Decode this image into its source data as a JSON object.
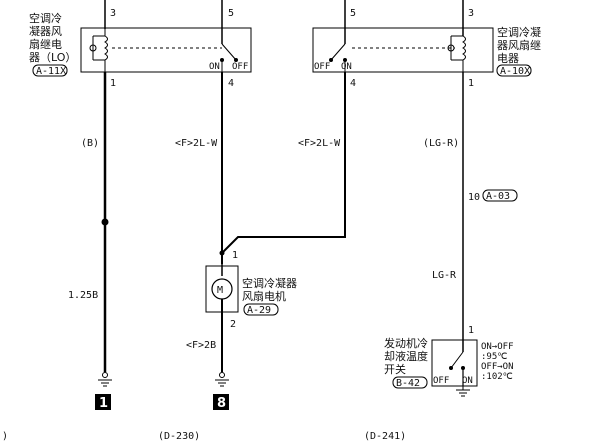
{
  "relays": {
    "lo": {
      "name_l1": "空调冷",
      "name_l2": "凝器风",
      "name_l3": "扇继电",
      "name_l4": "器（LO）",
      "code": "A-11X",
      "pin_top": "3",
      "pin_bottom": "1"
    },
    "switch_left": {
      "pin_top": "5",
      "pin_bottom": "4",
      "on_label": "ON",
      "off_label": "OFF"
    },
    "switch_right": {
      "pin_top": "5",
      "pin_bottom": "4",
      "off_label": "OFF",
      "on_label": "ON"
    },
    "main": {
      "name_l1": "空调冷凝",
      "name_l2": "器风扇继",
      "name_l3": "电器",
      "code": "A-10X",
      "pin_top": "3",
      "pin_bottom": "1"
    }
  },
  "wires": {
    "b": "(B)",
    "f2lw_1": "<F>2L-W",
    "f2lw_2": "<F>2L-W",
    "lgr_paren": "(LG-R)",
    "lgr": "LG-R",
    "w125b": "1.25B",
    "f2b": "<F>2B"
  },
  "connector": {
    "pin": "10",
    "code": "A-03"
  },
  "motor": {
    "name_l1": "空调冷凝器",
    "name_l2": "风扇电机",
    "code": "A-29",
    "pin_top": "1",
    "pin_bottom": "2",
    "symbol": "M"
  },
  "temp_switch": {
    "name_l1": "发动机冷",
    "name_l2": "却液温度",
    "name_l3": "开关",
    "code": "B-42",
    "pin": "1",
    "off_label": "OFF",
    "on_label": "ON",
    "spec_l1": "ON→OFF",
    "spec_l2": ":95℃",
    "spec_l3": "OFF→ON",
    "spec_l4": ":102℃"
  },
  "grounds": {
    "g1": "1",
    "g8": "8"
  },
  "footer": {
    "left_paren": ")",
    "mid": "(D-230)",
    "right": "(D-241)"
  }
}
